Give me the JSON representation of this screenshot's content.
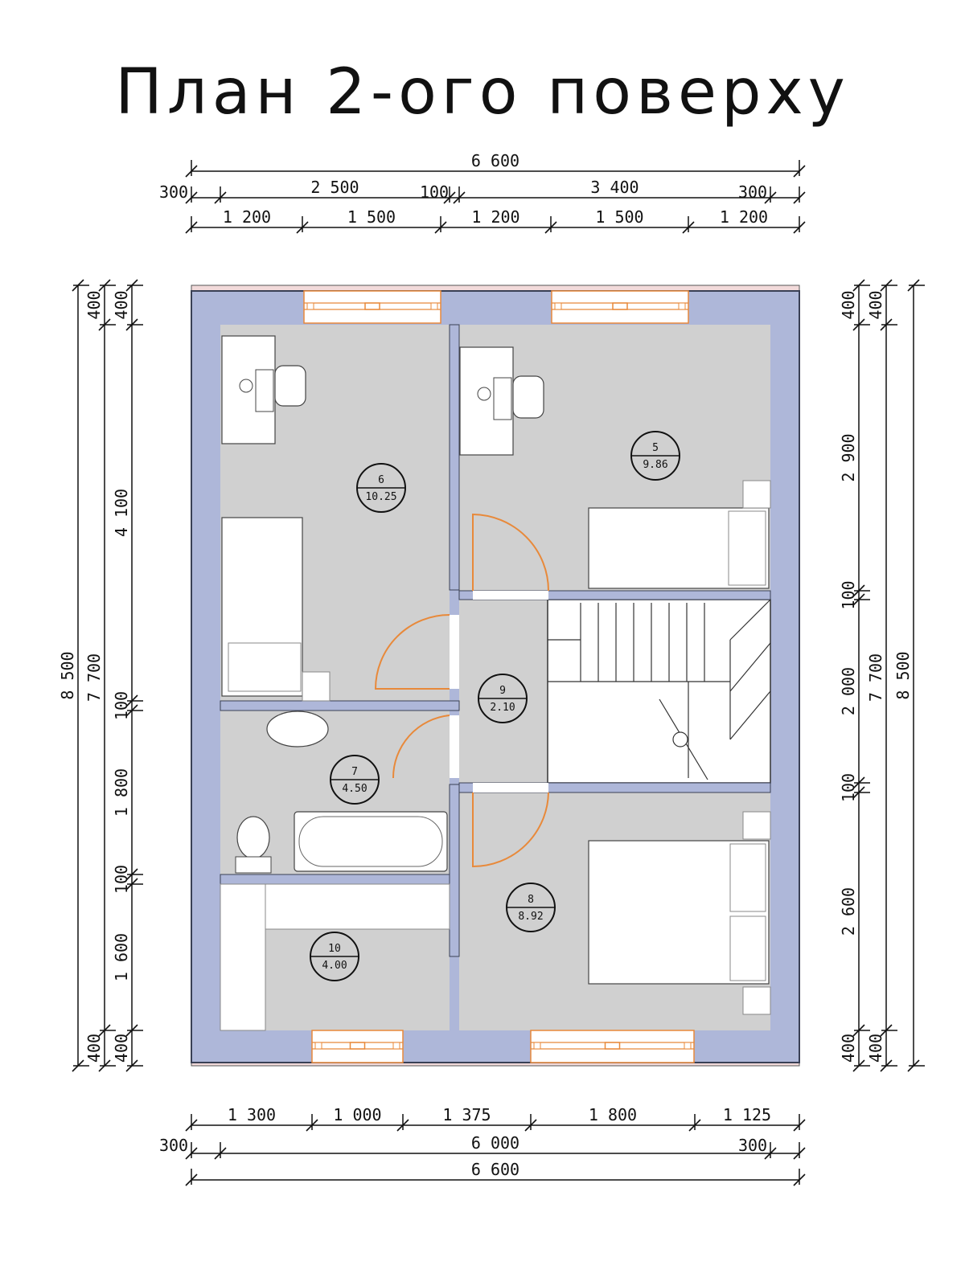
{
  "title": "План 2-ого поверху",
  "colors": {
    "wall": "#aeb7d9",
    "wall_outline": "#3a4055",
    "floor": "#d0d0d0",
    "door": "#e8893a",
    "window": "#e8893a",
    "sill": "#f2dada"
  },
  "dims": {
    "top_total": "6 600",
    "top_mid": [
      "300",
      "2 500",
      "100",
      "3 400",
      "300"
    ],
    "top_inner": [
      "1 200",
      "1 500",
      "1 200",
      "1 500",
      "1 200"
    ],
    "bottom_inner": [
      "1 300",
      "1 000",
      "1 375",
      "1 800",
      "1 125"
    ],
    "bottom_mid": [
      "300",
      "6 000",
      "300"
    ],
    "bottom_total": "6 600",
    "left_total": "8 500",
    "left_mid": "7 700",
    "left_mid_ends": [
      "400",
      "400"
    ],
    "left_inner": [
      "400",
      "4 100",
      "100",
      "1 800",
      "100",
      "1 600",
      "400"
    ],
    "right_total": "8 500",
    "right_mid": "7 700",
    "right_mid_ends": [
      "400",
      "400"
    ],
    "right_inner": [
      "400",
      "2 900",
      "100",
      "2 000",
      "100",
      "2 600",
      "400"
    ]
  },
  "rooms": [
    {
      "num": "5",
      "area": "9.86"
    },
    {
      "num": "6",
      "area": "10.25"
    },
    {
      "num": "7",
      "area": "4.50"
    },
    {
      "num": "8",
      "area": "8.92"
    },
    {
      "num": "9",
      "area": "2.10"
    },
    {
      "num": "10",
      "area": "4.00"
    }
  ]
}
